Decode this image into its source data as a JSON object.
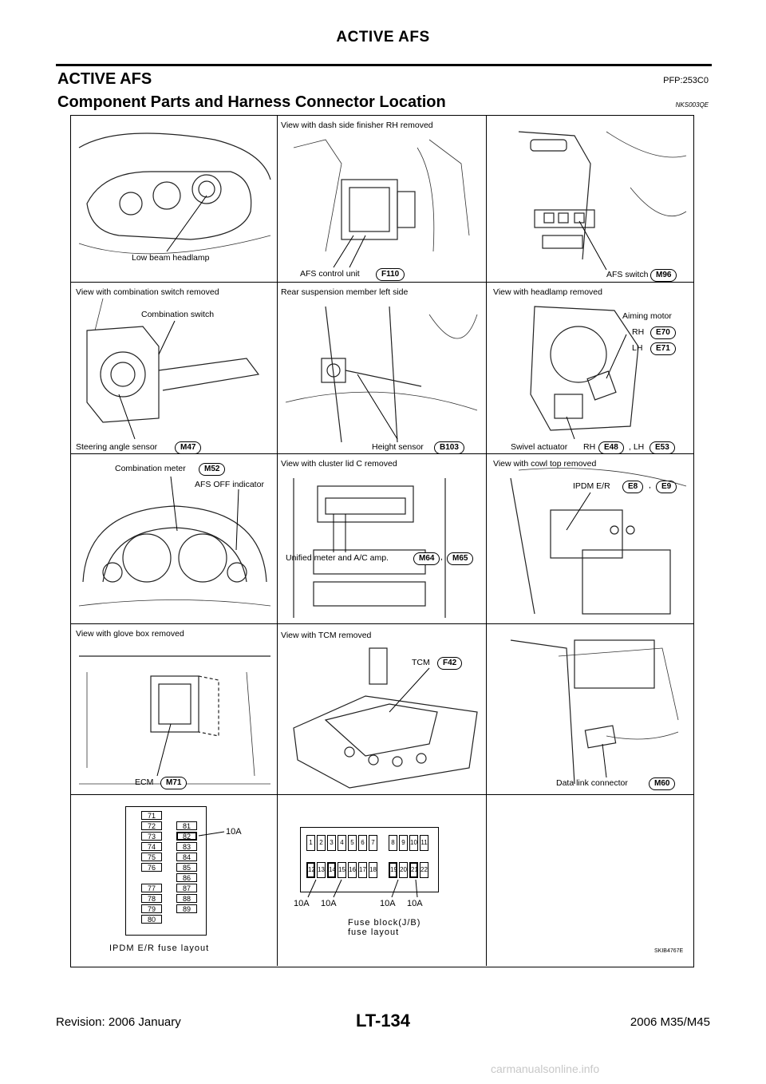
{
  "header": {
    "title": "ACTIVE AFS"
  },
  "section": {
    "title": "ACTIVE AFS",
    "code": "PFP:253C0"
  },
  "subsection": {
    "title": "Component Parts and Harness Connector Location",
    "code": "NKS003QE"
  },
  "figure": {
    "id": "SKIB4767E",
    "cells": {
      "headlamp": {
        "label": "Low beam headlamp"
      },
      "dash": {
        "caption": "View with dash side finisher RH removed",
        "label": "AFS control unit",
        "connector": "F110"
      },
      "afs_switch": {
        "label": "AFS switch",
        "connector": "M96"
      },
      "combo": {
        "caption": "View with combination switch removed",
        "label_top": "Combination switch",
        "label": "Steering angle sensor",
        "connector": "M47"
      },
      "rear": {
        "caption": "Rear suspension member left side",
        "label": "Height sensor",
        "connector": "B103"
      },
      "headlamp_removed": {
        "caption": "View with headlamp removed",
        "aiming": "Aiming motor",
        "rh": "RH",
        "lh": "LH",
        "aiming_rh": "E70",
        "aiming_lh": "E71",
        "swivel": "Swivel actuator",
        "swivel_rh_label": "RH",
        "swivel_lh_label": ", LH",
        "swivel_rh": "E48",
        "swivel_lh": "E53"
      },
      "meter": {
        "label": "Combination meter",
        "connector": "M52",
        "indicator": "AFS OFF indicator"
      },
      "cluster": {
        "caption": "View with cluster lid C removed",
        "label": "Unified meter and A/C amp.",
        "connector1": "M64",
        "connector2": "M65"
      },
      "cowl": {
        "caption": "View with cowl top removed",
        "label": "IPDM E/R",
        "connector1": "E8",
        "connector2": "E9"
      },
      "glove": {
        "caption": "View with glove box removed",
        "label": "ECM",
        "connector": "M71"
      },
      "tcm": {
        "caption": "View with TCM removed",
        "label": "TCM",
        "connector": "F42"
      },
      "dlc": {
        "label": "Data link connector",
        "connector": "M60"
      },
      "ipdm_fuse": {
        "caption": "IPDM E/R fuse layout",
        "amp": "10A",
        "left_col": [
          "71",
          "72",
          "73",
          "74",
          "75",
          "76",
          "77",
          "78",
          "79",
          "80"
        ],
        "right_col": [
          "81",
          "82",
          "83",
          "84",
          "85",
          "86",
          "87",
          "88",
          "89"
        ]
      },
      "jb_fuse": {
        "caption_line1": "Fuse block(J/B)",
        "caption_line2": "fuse layout",
        "top_row": [
          "1",
          "2",
          "3",
          "4",
          "5",
          "6",
          "7",
          "8",
          "9",
          "10",
          "11"
        ],
        "bottom_row": [
          "12",
          "13",
          "14",
          "15",
          "16",
          "17",
          "18",
          "19",
          "20",
          "21",
          "22"
        ],
        "amps": [
          "10A",
          "10A",
          "10A",
          "10A"
        ]
      }
    }
  },
  "footer": {
    "revision": "Revision: 2006 January",
    "page": "LT-134",
    "model": "2006 M35/M45"
  },
  "watermark": "carmanualsonline.info"
}
